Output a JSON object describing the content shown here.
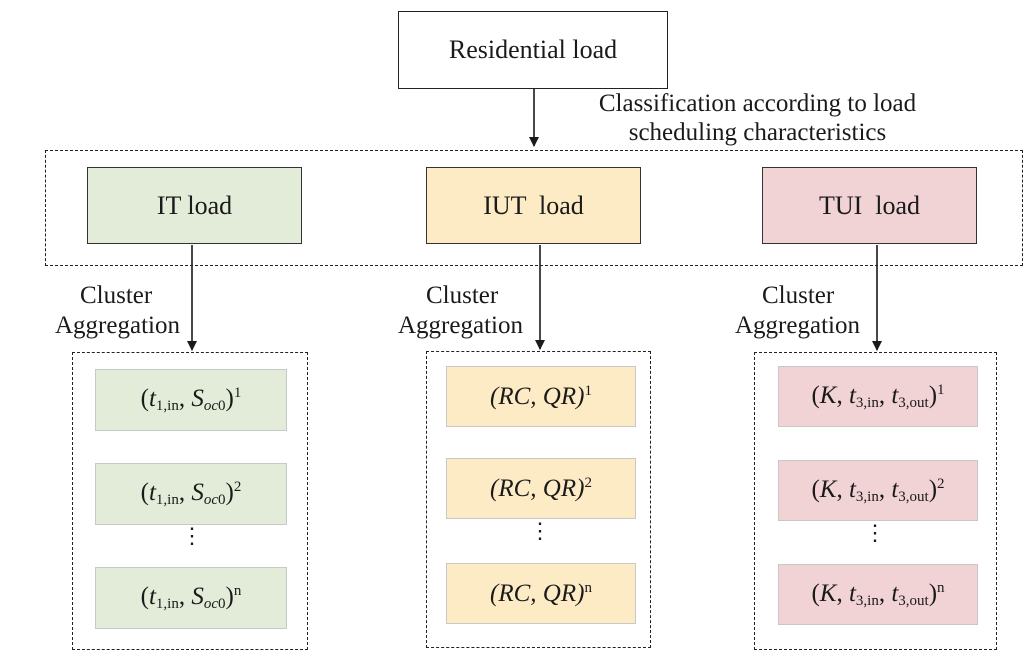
{
  "diagram": {
    "root": "Residential load",
    "classification_note": [
      "Classification according to load",
      "scheduling characteristics"
    ],
    "categories": [
      {
        "label": "IT load",
        "color": "#e3ecd9"
      },
      {
        "label": "IUT  load",
        "color": "#fdebc6"
      },
      {
        "label": "TUI  load",
        "color": "#f1d2d5"
      }
    ],
    "aggregation_label": [
      "Cluster",
      "Aggregation"
    ],
    "item_superscripts": [
      "1",
      "2",
      "n"
    ],
    "ellipsis": "⋮",
    "items": {
      "it": {
        "open": "(",
        "t": "t",
        "t_sub": "1,in",
        "sep": ", ",
        "s": "S",
        "s_sub_italic": "oc",
        "s_sub": "0",
        "close": ")"
      },
      "iut": {
        "text": "(RC, QR)"
      },
      "tui": {
        "open": "(",
        "k": "K",
        "sep": ", ",
        "t": "t",
        "t_sub1": "3,in",
        "t_sub2": "3,out",
        "close": ")"
      }
    }
  }
}
